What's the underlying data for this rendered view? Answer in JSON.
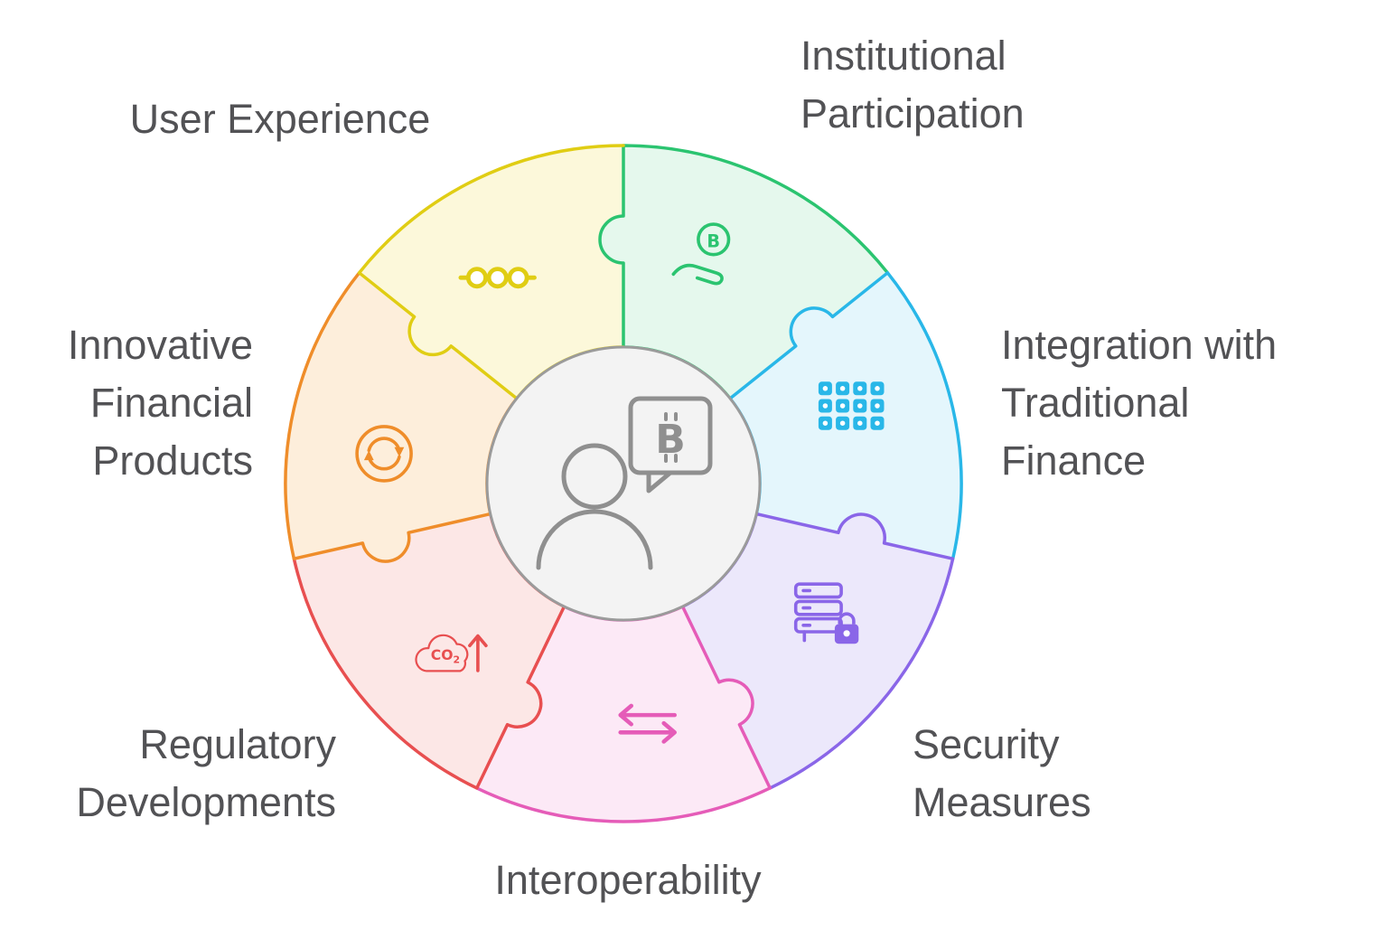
{
  "diagram": {
    "center": {
      "icon": "person-chat-bitcoin-icon",
      "fill": "#f3f3f3",
      "stroke": "#9b9b9b",
      "icon_color": "#8f8f8f"
    },
    "segments": [
      {
        "id": "institutional-participation",
        "label": "Institutional Participation",
        "color": "#2bc470",
        "fill": "#e5f8ed",
        "icon": "bitcoin-hand-icon"
      },
      {
        "id": "integration-traditional-finance",
        "label": "Integration with Traditional Finance",
        "color": "#29b7e8",
        "fill": "#e4f6fc",
        "icon": "blockchain-grid-icon"
      },
      {
        "id": "security-measures",
        "label": "Security Measures",
        "color": "#8a66e8",
        "fill": "#ece8fb",
        "icon": "server-lock-icon"
      },
      {
        "id": "interoperability",
        "label": "Interoperability",
        "color": "#e55cb8",
        "fill": "#fce9f6",
        "icon": "swap-arrows-icon"
      },
      {
        "id": "regulatory-developments",
        "label": "Regulatory Developments",
        "color": "#e84f50",
        "fill": "#fce7e6",
        "icon": "co2-emissions-icon"
      },
      {
        "id": "innovative-financial-products",
        "label": "Innovative Financial Products",
        "color": "#ef8d2a",
        "fill": "#fdeedb",
        "icon": "refresh-cycle-icon"
      },
      {
        "id": "user-experience",
        "label": "User Experience",
        "color": "#e0cd14",
        "fill": "#fcf8da",
        "icon": "process-dots-icon"
      }
    ]
  }
}
